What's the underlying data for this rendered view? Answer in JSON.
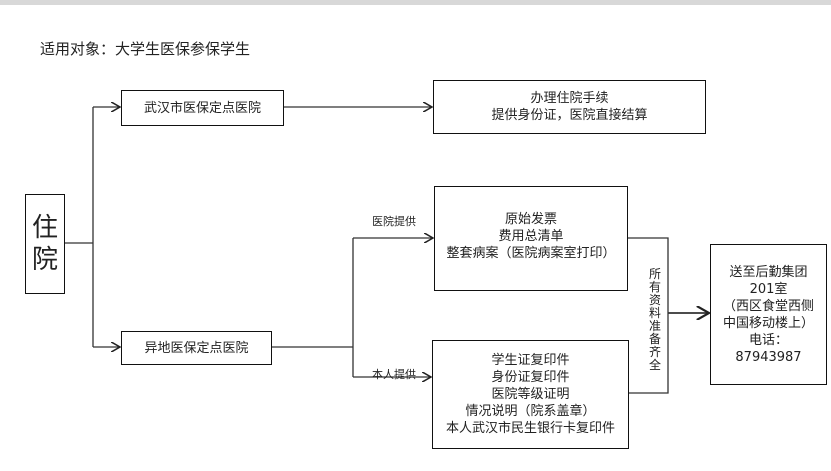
{
  "title": "适用对象：大学生医保参保学生",
  "root": "住院",
  "wuhan_hospital": "武汉市医保定点医院",
  "wuhan_steps": [
    "办理住院手续",
    "提供身份证，医院直接结算"
  ],
  "other_hospital": "异地医保定点医院",
  "hospital_provides_label": "医院提供",
  "hospital_docs": [
    "原始发票",
    "费用总清单",
    "整套病案（医院病案室打印）"
  ],
  "self_provides_label": "本人提供",
  "self_docs": [
    "学生证复印件",
    "身份证复印件",
    "医院等级证明",
    "情况说明（院系盖章）",
    "本人武汉市民生银行卡复印件"
  ],
  "all_ready_label": "所有资料准备齐全",
  "destination": [
    "送至后勤集团",
    "201室",
    "（西区食堂西侧",
    "中国移动楼上）",
    "电话：",
    "87943987"
  ]
}
